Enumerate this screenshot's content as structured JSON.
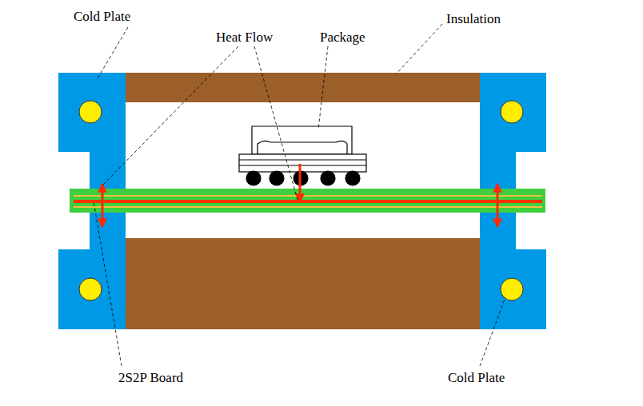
{
  "diagram": {
    "labels": [
      "Cold Plate",
      "Heat Flow",
      "Package",
      "Insulation",
      "2S2P Board",
      "Cold Plate"
    ]
  }
}
